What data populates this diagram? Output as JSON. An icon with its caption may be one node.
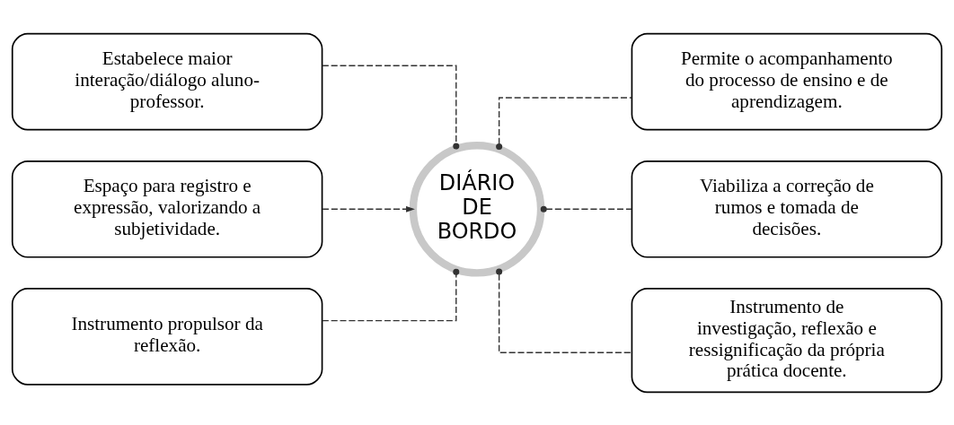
{
  "diagram": {
    "nodes": [
      {
        "text": [
          "Estabelece maior interação/diálogo aluno-professor."
        ]
      },
      {
        "text": [
          "Permite o acompanhamento do processo de ensino e de aprendizagem."
        ]
      },
      {
        "text": [
          "Espaço para registro e expressão, valorizando a subjetividade."
        ]
      },
      {
        "text": [
          "DIÁRIO DE BORDO"
        ]
      },
      {
        "text": [
          "Viabiliza a correção de rumos e tomada de decisões."
        ]
      },
      {
        "text": [
          "Instrumento propulsor da reflexão."
        ]
      },
      {
        "text": [
          "Instrumento de investigação, reflexão e ressignificação da própria prática docente."
        ]
      }
    ],
    "edges": [
      {
        "from": 0,
        "to": 3,
        "arrow": "other",
        "style": "dashed"
      },
      {
        "from": 1,
        "to": 3,
        "arrow": "other",
        "style": "dashed"
      },
      {
        "from": 2,
        "to": 3,
        "arrow": "to",
        "style": "dashed"
      },
      {
        "from": 4,
        "to": 3,
        "arrow": "other",
        "style": "dashed"
      },
      {
        "from": 5,
        "to": 3,
        "arrow": "other",
        "style": "dashed"
      },
      {
        "from": 6,
        "to": 3,
        "arrow": "other",
        "style": "dashed"
      }
    ]
  }
}
